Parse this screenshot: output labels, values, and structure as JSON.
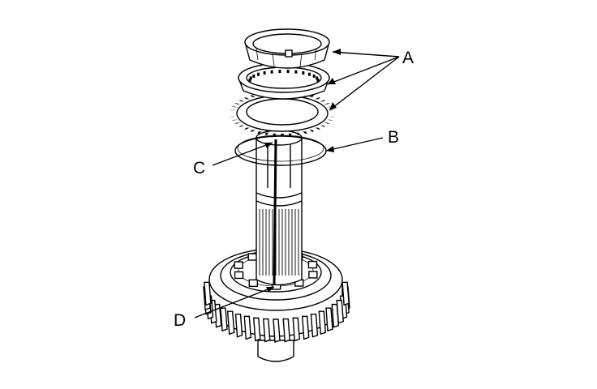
{
  "diagram": {
    "labels": {
      "a": "A",
      "b": "B",
      "c": "C",
      "d": "D"
    },
    "colors": {
      "ink": "#000000",
      "paper": "#ffffff"
    }
  }
}
